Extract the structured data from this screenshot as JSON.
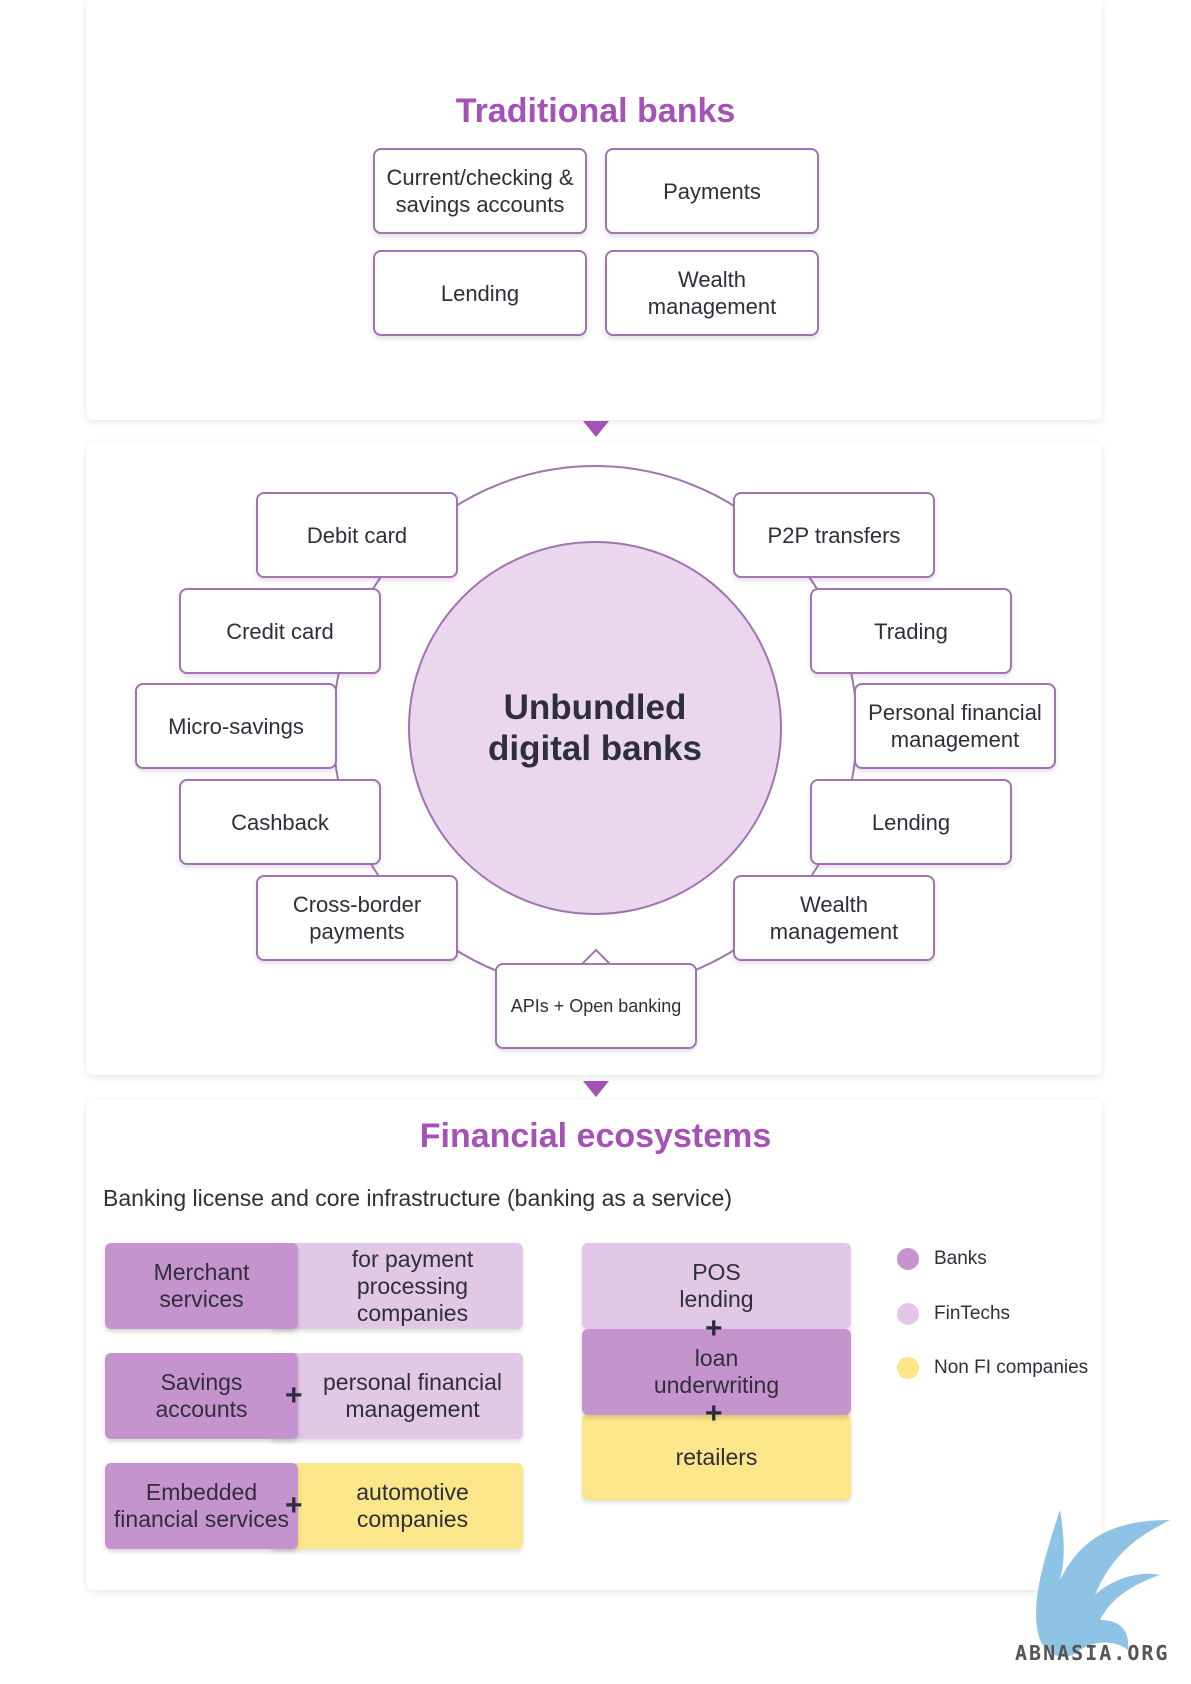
{
  "traditional": {
    "title": "Traditional banks",
    "boxes": [
      "Current/checking & savings accounts",
      "Payments",
      "Lending",
      "Wealth management"
    ]
  },
  "unbundled": {
    "center": "Unbundled digital banks",
    "left": [
      "Debit card",
      "Credit card",
      "Micro-savings",
      "Cashback",
      "Cross-border payments"
    ],
    "right": [
      "P2P transfers",
      "Trading",
      "Personal financial management",
      "Lending",
      "Wealth management"
    ],
    "bottom": "APIs + Open banking"
  },
  "ecosystems": {
    "title": "Financial ecosystems",
    "subtitle": "Banking license and core infrastructure (banking as a service)",
    "rows": [
      {
        "left": "Merchant services",
        "right": "for payment processing companies"
      },
      {
        "left": "Savings accounts",
        "right": "personal financial management"
      },
      {
        "left": "Embedded financial services",
        "right": "automotive companies"
      }
    ],
    "stack": [
      "POS lending",
      "loan underwriting",
      "retailers"
    ],
    "plus": "+"
  },
  "legend": [
    {
      "label": "Banks",
      "color": "#c594cf"
    },
    {
      "label": "FinTechs",
      "color": "#e1c8e6"
    },
    {
      "label": "Non FI companies",
      "color": "#fce68a"
    }
  ],
  "watermark": "ABNASIA.ORG"
}
